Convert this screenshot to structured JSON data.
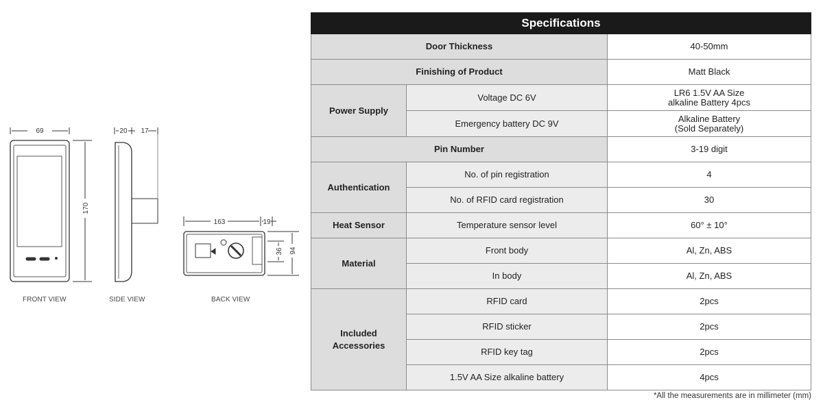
{
  "drawings": {
    "front": {
      "label": "FRONT VIEW",
      "width_dim": "69",
      "height_dim": "170"
    },
    "side": {
      "label": "SIDE VIEW",
      "dim_a": "20",
      "dim_b": "17"
    },
    "back": {
      "label": "BACK VIEW",
      "dim_length": "163",
      "dim_end": "19",
      "dim_inner": "36",
      "dim_height": "94"
    }
  },
  "table": {
    "title": "Specifications",
    "rows": [
      {
        "category": "Door Thickness",
        "value": "40-50mm"
      },
      {
        "category": "Finishing of Product",
        "value": "Matt Black"
      },
      {
        "category": "Power Supply",
        "subs": [
          {
            "item": "Voltage DC 6V",
            "value_line1": "LR6 1.5V AA Size",
            "value_line2": "alkaline Battery 4pcs"
          },
          {
            "item": "Emergency battery DC 9V",
            "value_line1": "Alkaline Battery",
            "value_line2": "(Sold Separately)"
          }
        ]
      },
      {
        "category": "Pin Number",
        "value": "3-19 digit"
      },
      {
        "category": "Authentication",
        "subs": [
          {
            "item": "No. of pin registration",
            "value": "4"
          },
          {
            "item": "No. of RFID card registration",
            "value": "30"
          }
        ]
      },
      {
        "category": "Heat Sensor",
        "item": "Temperature sensor level",
        "value": "60° ± 10°"
      },
      {
        "category": "Material",
        "subs": [
          {
            "item": "Front body",
            "value": "Al, Zn, ABS"
          },
          {
            "item": "In body",
            "value": "Al, Zn, ABS"
          }
        ]
      },
      {
        "category_line1": "Included",
        "category_line2": "Accessories",
        "subs": [
          {
            "item": "RFID card",
            "value": "2pcs"
          },
          {
            "item": "RFID sticker",
            "value": "2pcs"
          },
          {
            "item": "RFID key tag",
            "value": "2pcs"
          },
          {
            "item": "1.5V AA Size alkaline battery",
            "value": "4pcs"
          }
        ]
      }
    ]
  },
  "footnote": "*All the measurements are in millimeter (mm)"
}
